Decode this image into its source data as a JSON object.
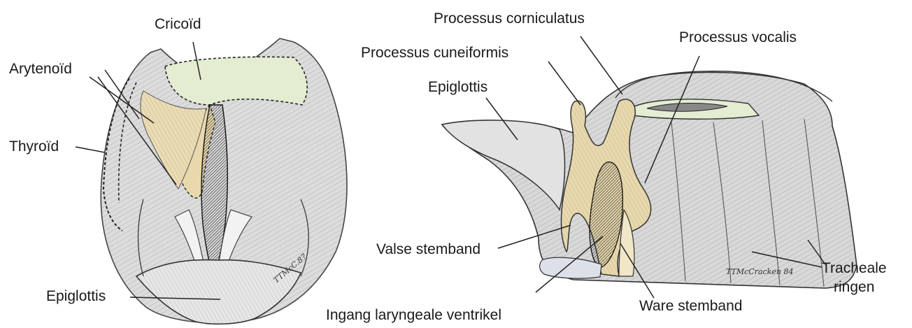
{
  "left_figure": {
    "labels": {
      "cricoid": "Cricoïd",
      "arytenoid": "Arytenoïd",
      "thyroid": "Thyroïd",
      "epiglottis": "Epiglottis"
    },
    "signature": "TTMcC.87"
  },
  "right_figure": {
    "labels": {
      "processus_corniculatus": "Processus corniculatus",
      "processus_cuneiformis": "Processus cuneiformis",
      "processus_vocalis": "Processus vocalis",
      "epiglottis": "Epiglottis",
      "valse_stemband": "Valse stemband",
      "ingang_laryngeale_ventrikel": "Ingang laryngeale ventrikel",
      "ware_stemband": "Ware stemband",
      "tracheale_ringen_line1": "Tracheale",
      "tracheale_ringen_line2": "ringen"
    },
    "signature": "TTMcCracken 84"
  },
  "colors": {
    "cartilage_cricoid": "#e4ecd2",
    "cartilage_arytenoid": "#e8d8ac",
    "tissue": "#d9d9d9",
    "ink": "#1a1a1a"
  }
}
